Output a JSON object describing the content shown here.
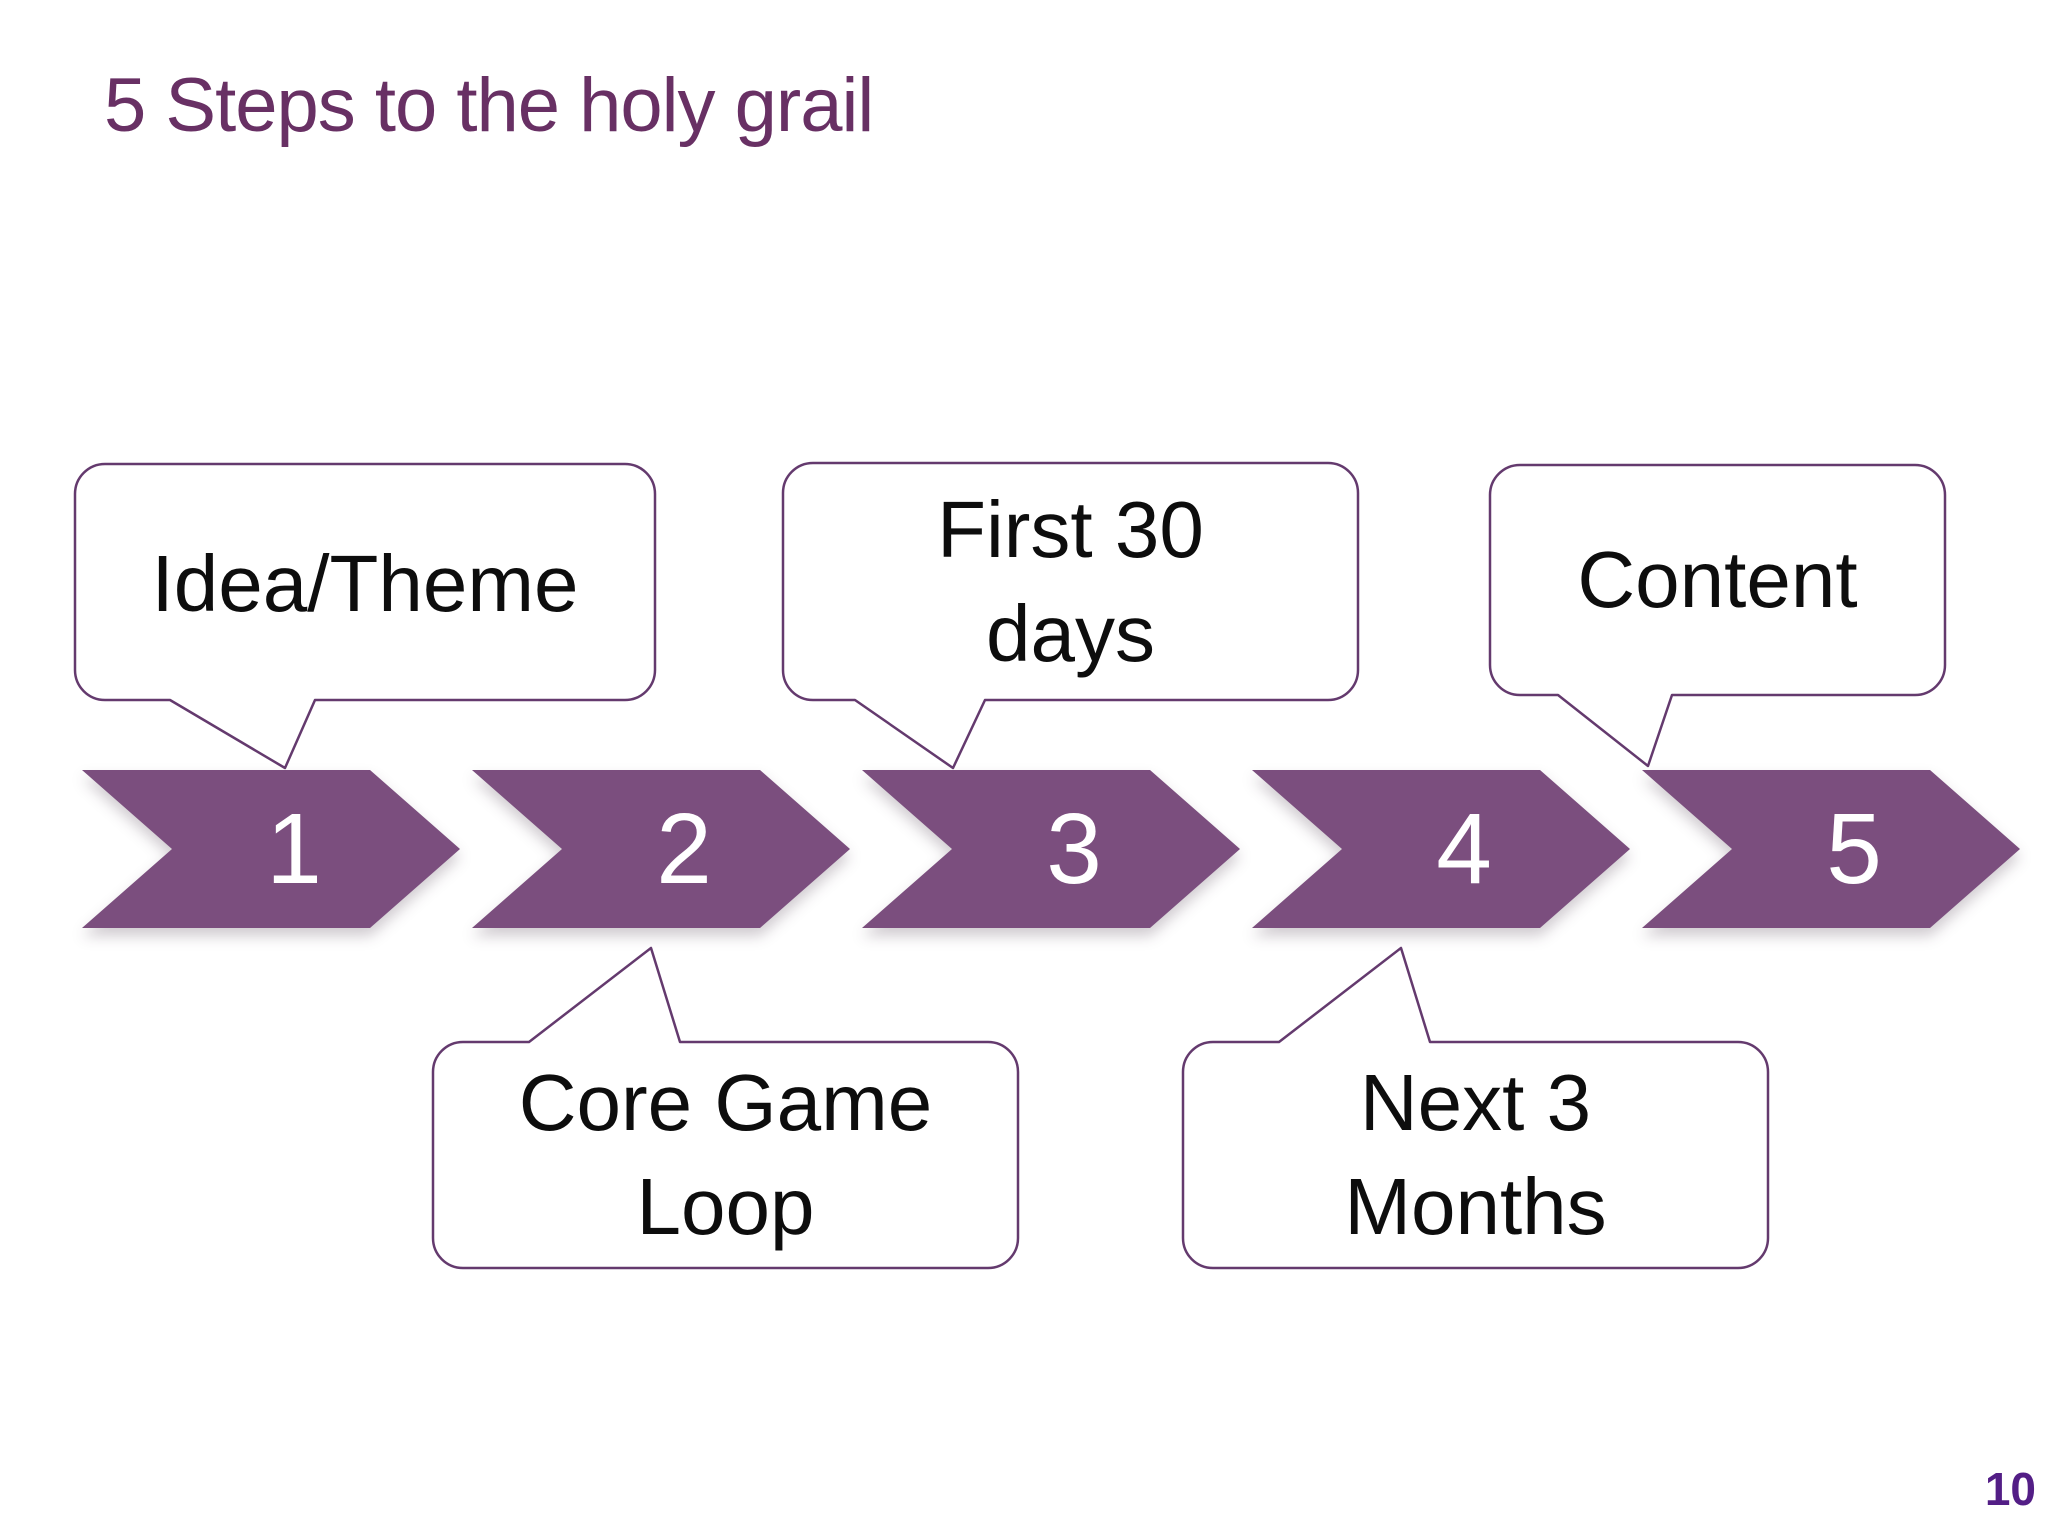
{
  "slide": {
    "title": "5 Steps to the holy grail",
    "page_number": "10"
  },
  "process": {
    "type": "chevron-steps",
    "steps": [
      {
        "number": "1",
        "label": "Idea/Theme",
        "callout_position": "above"
      },
      {
        "number": "2",
        "label": "Core Game\nLoop",
        "callout_position": "below"
      },
      {
        "number": "3",
        "label": "First 30\ndays",
        "callout_position": "above"
      },
      {
        "number": "4",
        "label": "Next 3\nMonths",
        "callout_position": "below"
      },
      {
        "number": "5",
        "label": "Content",
        "callout_position": "above"
      }
    ]
  },
  "colors": {
    "background": "#ffffff",
    "title_text": "#683064",
    "chevron_fill": "#7b4e7e",
    "chevron_number": "#ffffff",
    "callout_border": "#643a6e",
    "callout_fill": "#ffffff",
    "callout_text": "#0d0d0d",
    "page_number": "#531e86"
  }
}
